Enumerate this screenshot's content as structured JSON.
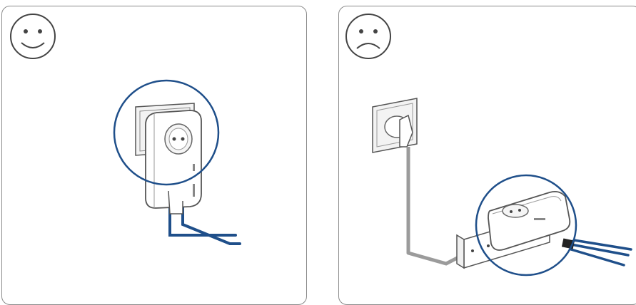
{
  "figure": {
    "panels": [
      {
        "id": "correct",
        "face": "smiley-face-icon",
        "mood": "happy"
      },
      {
        "id": "incorrect",
        "face": "sad-face-icon",
        "mood": "sad"
      }
    ]
  },
  "colors": {
    "border": "#8a8a8a",
    "outline": "#555555",
    "highlight_circle": "#1f4f8a",
    "network_cable": "#1f4f8a",
    "power_cord": "#9b9b9b",
    "device_fill": "#ffffff",
    "socket_fill": "#f3f3f3"
  },
  "icons": [
    "smiley-face-icon",
    "sad-face-icon",
    "wall-socket-icon",
    "powerline-adapter-icon",
    "power-strip-icon",
    "highlight-circle-icon",
    "network-cable-icon",
    "power-cord-icon"
  ]
}
